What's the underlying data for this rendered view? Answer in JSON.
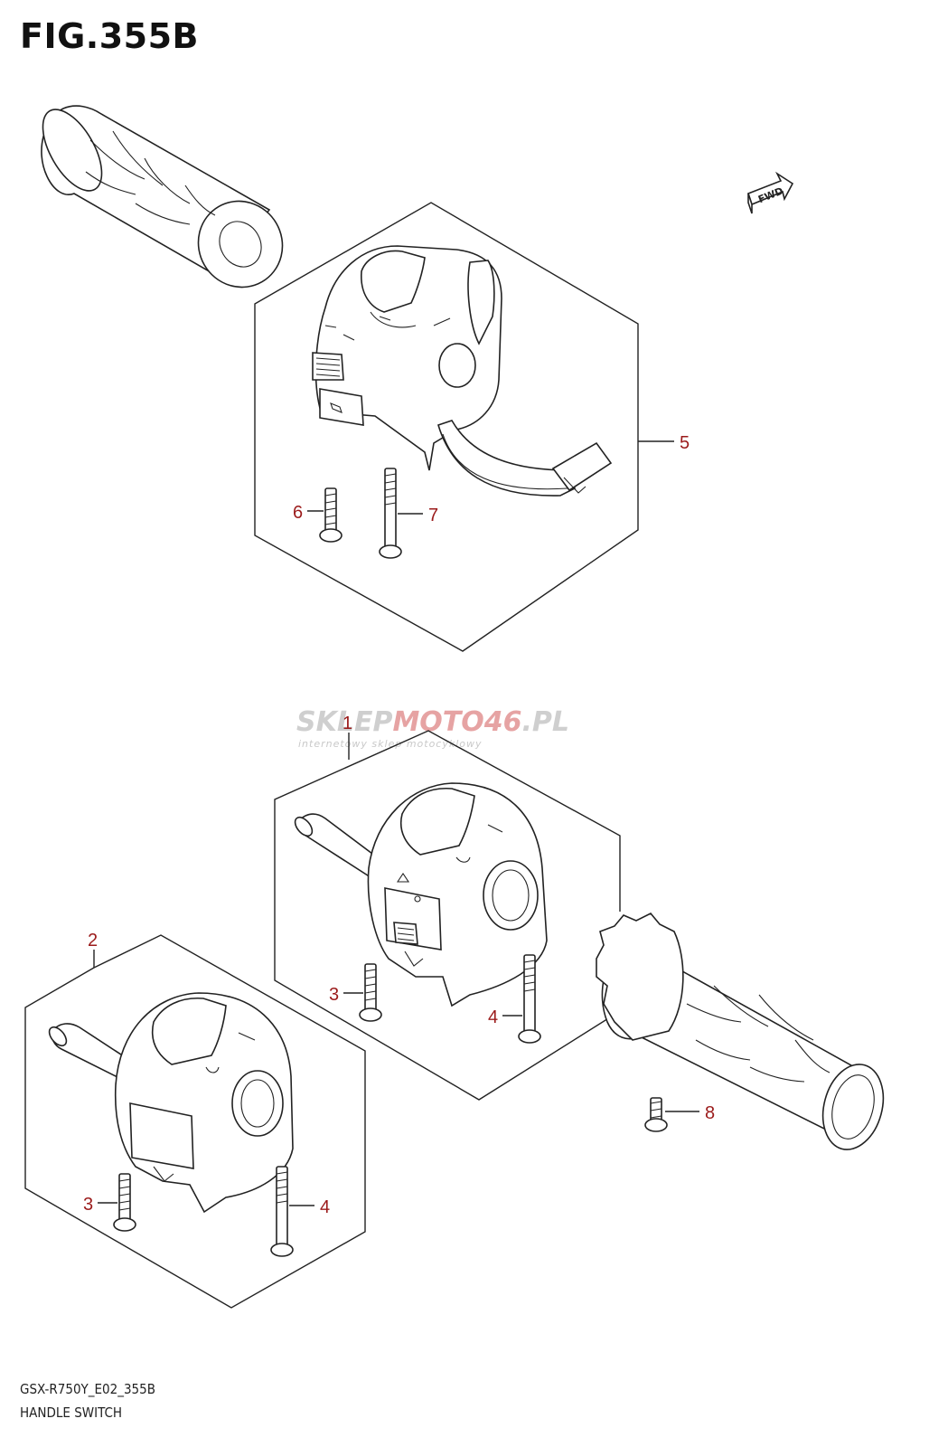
{
  "figure_title": "FIG.355B",
  "footer": {
    "model_code": "GSX-R750Y_E02_355B",
    "section_name": "HANDLE SWITCH"
  },
  "fwd_label": "FWD",
  "watermark": {
    "brand_part1": "SKLEP",
    "brand_part2": "MOTO",
    "brand_part3": "46",
    "brand_part4": ".PL",
    "tagline": "internetowy sklep motocyklowy"
  },
  "callouts": {
    "c1": "1",
    "c2": "2",
    "c3a": "3",
    "c3b": "3",
    "c4a": "4",
    "c4b": "4",
    "c5": "5",
    "c6": "6",
    "c7": "7",
    "c8": "8"
  },
  "colors": {
    "callout": "#9b1b1b",
    "line": "#222222",
    "watermark_grey": "#c8c8c8",
    "watermark_red": "#e8a0a0"
  }
}
